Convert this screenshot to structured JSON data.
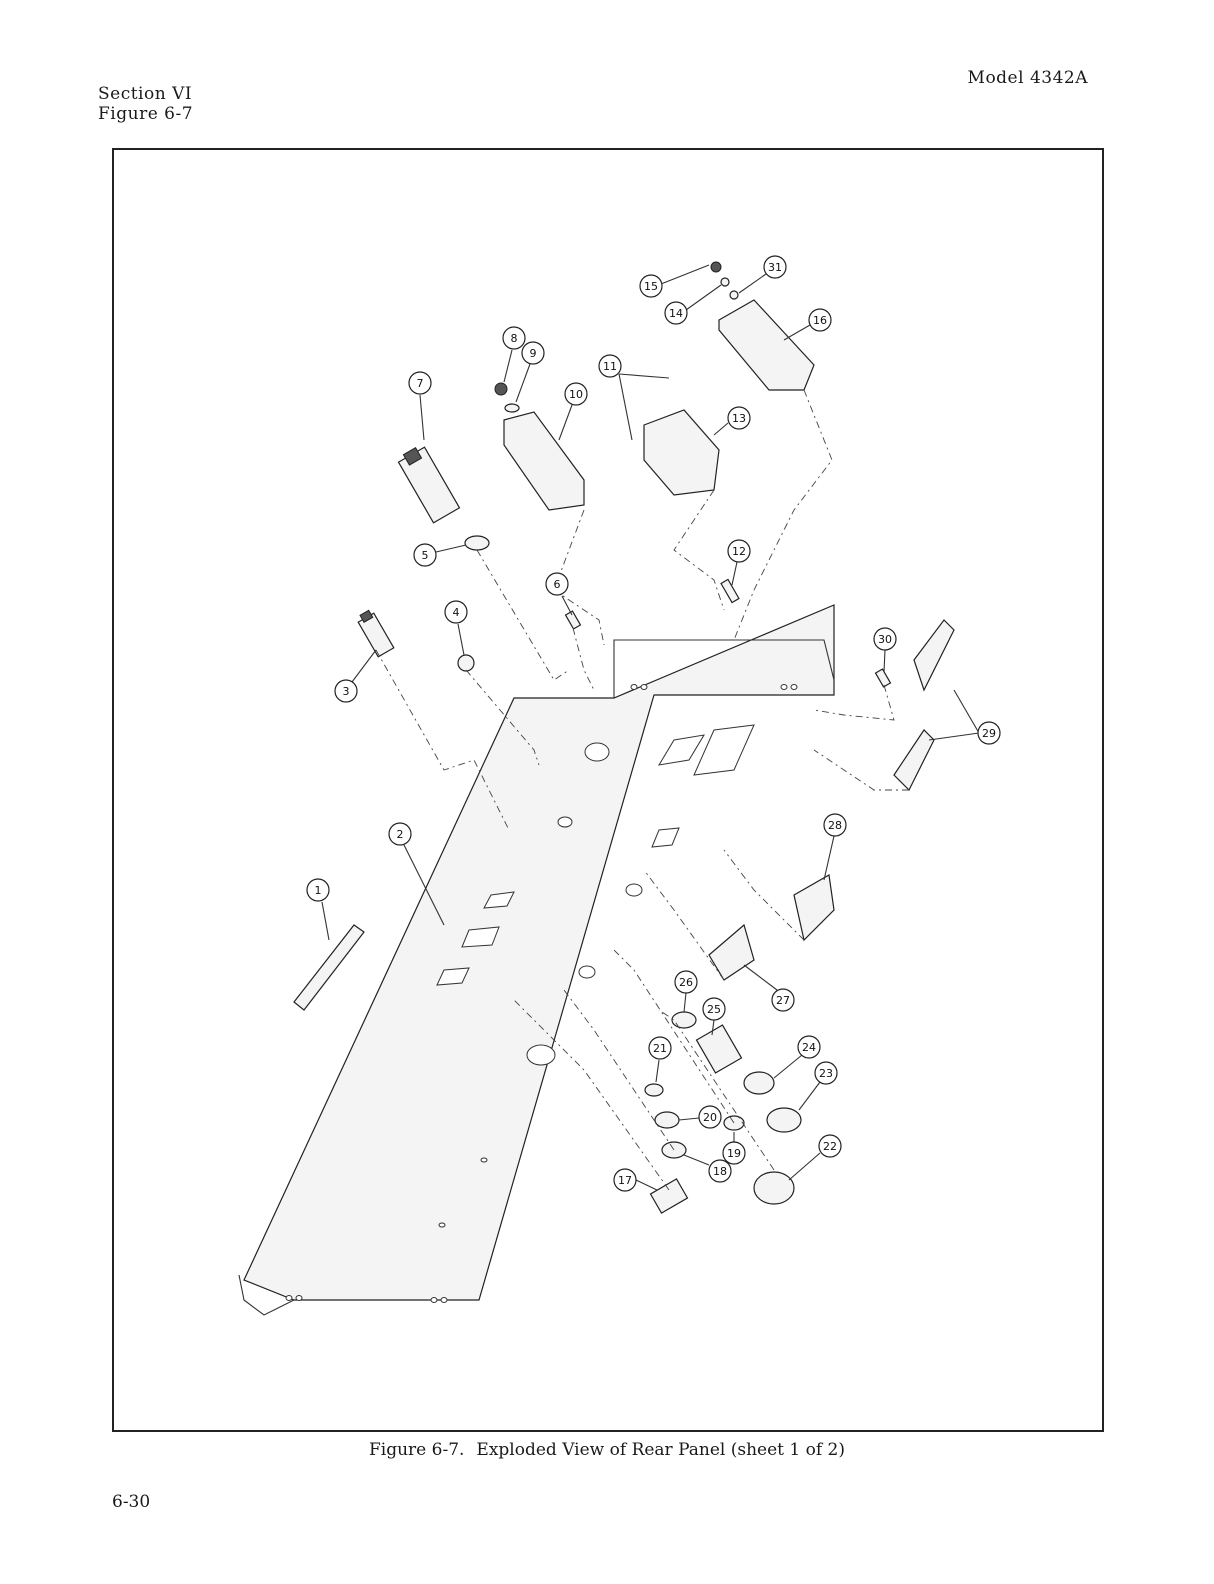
{
  "header": {
    "section": "Section VI",
    "figure_ref": "Figure 6-7",
    "model": "Model 4342A"
  },
  "figure": {
    "caption_label": "Figure 6-7.",
    "caption_text": "Exploded View of Rear Panel (sheet 1 of 2)",
    "callouts": [
      "1",
      "2",
      "3",
      "4",
      "5",
      "6",
      "7",
      "8",
      "9",
      "10",
      "11",
      "12",
      "13",
      "14",
      "15",
      "16",
      "17",
      "18",
      "19",
      "20",
      "21",
      "22",
      "23",
      "24",
      "25",
      "26",
      "27",
      "28",
      "29",
      "30",
      "31"
    ]
  },
  "footer": {
    "page_number": "6-30"
  }
}
